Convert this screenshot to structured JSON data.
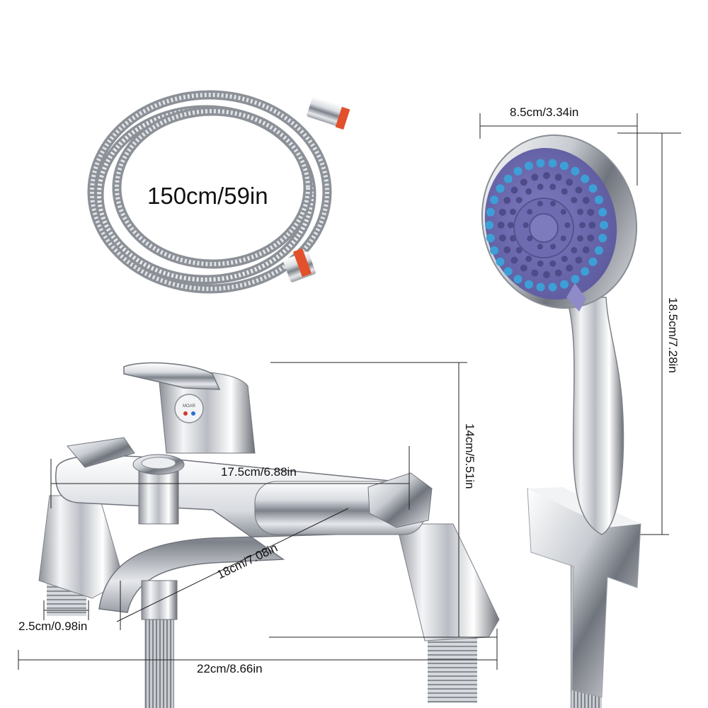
{
  "product": {
    "hose": {
      "length_label": "150cm/59in"
    },
    "shower_head": {
      "width_label": "8.5cm/3.34in",
      "height_label": "18.5cm/7.28in"
    },
    "tap": {
      "height_label": "14cm/5.51in",
      "spout_label": "17.5cm/6.88in",
      "diagonal_label": "18cm/7.08in",
      "pipe_label": "2.5cm/0.98in",
      "total_width_label": "22cm/8.66in",
      "lever_marking": "MOAR"
    }
  },
  "colors": {
    "background": "#ffffff",
    "chrome_light": "#f4f5f7",
    "chrome_dark": "#6d7178",
    "nozzle_purple": "#7b78b8",
    "nozzle_blue": "#3d9fd6",
    "hose_connector_orange": "#e2502c",
    "dimension_line": "#222222"
  }
}
